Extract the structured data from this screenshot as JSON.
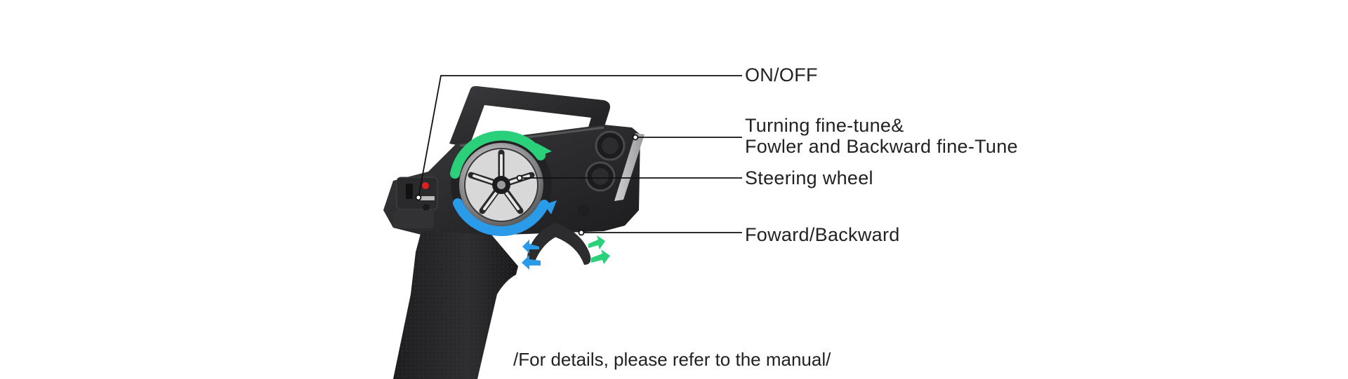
{
  "callouts": {
    "on_off": "ON/OFF",
    "trim_line1": "Turning fine-tune&",
    "trim_line2": "Fowler and Backward fine-Tune",
    "steering_wheel": "Steering wheel",
    "throttle": "Foward/Backward"
  },
  "footnote": "/For details, please refer to the manual/",
  "colors": {
    "body": "#2b2b2d",
    "steering_arrow_green": "#2ad07a",
    "steering_arrow_blue": "#2a9be8",
    "power_led": "#e02020",
    "callout_line": "#111111"
  }
}
